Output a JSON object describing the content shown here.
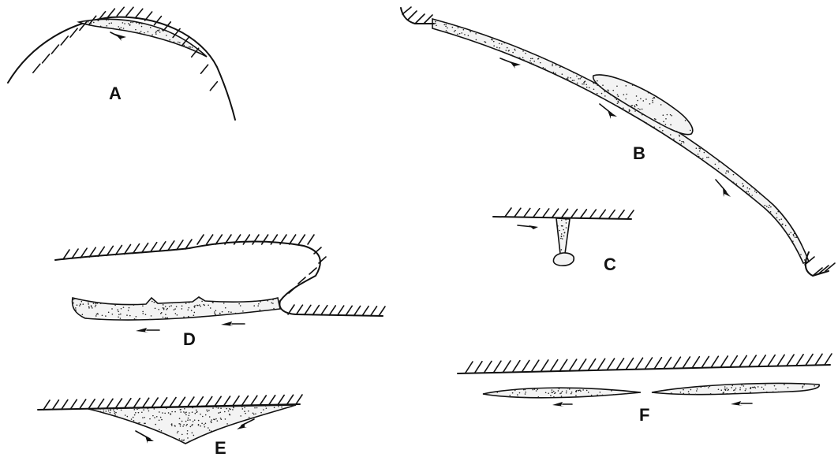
{
  "panels": [
    {
      "id": "A",
      "label": "A"
    },
    {
      "id": "B",
      "label": "B"
    },
    {
      "id": "C",
      "label": "C"
    },
    {
      "id": "D",
      "label": "D"
    },
    {
      "id": "E",
      "label": "E"
    },
    {
      "id": "F",
      "label": "F"
    }
  ],
  "colors": {
    "ink": "#111111",
    "background": "#ffffff",
    "fill": "#f3f3f3"
  },
  "icons": [
    "flow-arrow-icon",
    "hatched-wall-icon",
    "stippled-deposit-icon"
  ]
}
